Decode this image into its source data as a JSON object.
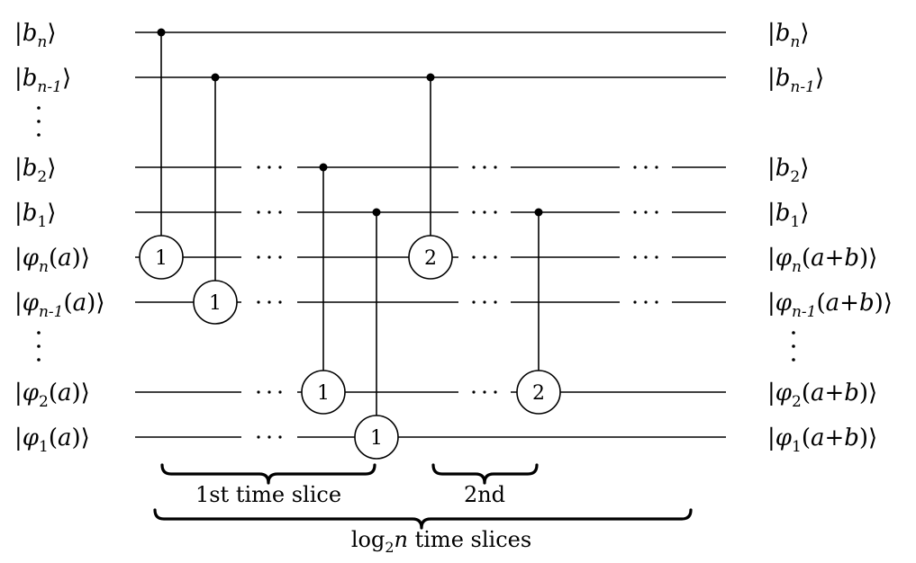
{
  "input_labels": [
    {
      "base": "b",
      "sub": "n",
      "ital_sub": true,
      "arg": ""
    },
    {
      "base": "b",
      "sub": "n-1",
      "ital_sub": true,
      "arg": ""
    },
    {
      "base": "b",
      "sub": "2",
      "ital_sub": false,
      "arg": ""
    },
    {
      "base": "b",
      "sub": "1",
      "ital_sub": false,
      "arg": ""
    },
    {
      "base": "φ",
      "sub": "n",
      "ital_sub": true,
      "arg": "a"
    },
    {
      "base": "φ",
      "sub": "n-1",
      "ital_sub": true,
      "arg": "a"
    },
    {
      "base": "φ",
      "sub": "2",
      "ital_sub": false,
      "arg": "a"
    },
    {
      "base": "φ",
      "sub": "1",
      "ital_sub": false,
      "arg": "a"
    }
  ],
  "output_labels": [
    {
      "base": "b",
      "sub": "n",
      "ital_sub": true,
      "arg": ""
    },
    {
      "base": "b",
      "sub": "n-1",
      "ital_sub": true,
      "arg": ""
    },
    {
      "base": "b",
      "sub": "2",
      "ital_sub": false,
      "arg": ""
    },
    {
      "base": "b",
      "sub": "1",
      "ital_sub": false,
      "arg": ""
    },
    {
      "base": "φ",
      "sub": "n",
      "ital_sub": true,
      "arg": "a+b"
    },
    {
      "base": "φ",
      "sub": "n-1",
      "ital_sub": true,
      "arg": "a+b"
    },
    {
      "base": "φ",
      "sub": "2",
      "ital_sub": false,
      "arg": "a+b"
    },
    {
      "base": "φ",
      "sub": "1",
      "ital_sub": false,
      "arg": "a+b"
    }
  ],
  "gates": [
    {
      "control": "b_n",
      "target": "phi_n",
      "label": "1"
    },
    {
      "control": "b_n-1",
      "target": "phi_n-1",
      "label": "1"
    },
    {
      "control": "b_2",
      "target": "phi_2",
      "label": "1"
    },
    {
      "control": "b_1",
      "target": "phi_1",
      "label": "1"
    },
    {
      "control": "b_n-1",
      "target": "phi_n",
      "label": "2"
    },
    {
      "control": "b_1",
      "target": "phi_2",
      "label": "2"
    }
  ],
  "braces": {
    "first_slice": "1st time slice",
    "second_slice": "2nd",
    "total_prefix": "log",
    "total_sub": "2",
    "total_var": "n",
    "total_suffix": " time slices"
  }
}
